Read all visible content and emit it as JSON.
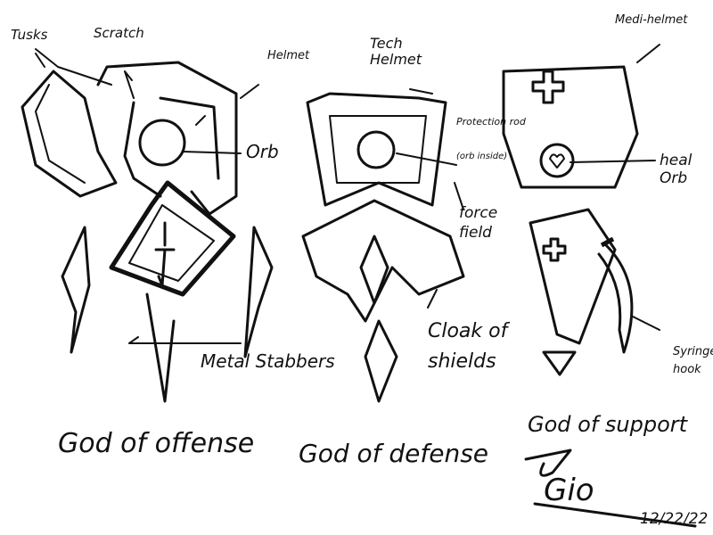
{
  "offense": {
    "labels": {
      "tusks": "Tusks",
      "scratch": "Scratch",
      "helmet": "Helmet",
      "orb": "Orb",
      "stabbers": "Metal Stabbers"
    },
    "title": "God of offense"
  },
  "defense": {
    "labels": {
      "helmet": "Tech Helmet",
      "rod": "Protection rod",
      "rod_note": "(orb inside)",
      "field": "force field",
      "cloak": "Cloak of shields"
    },
    "title": "God of defense"
  },
  "support": {
    "labels": {
      "helmet": "Medi-helmet",
      "orb": "heal Orb",
      "hook": "Syringe hook"
    },
    "title": "God of support"
  },
  "signature": "Gio",
  "date": "12/22/22"
}
